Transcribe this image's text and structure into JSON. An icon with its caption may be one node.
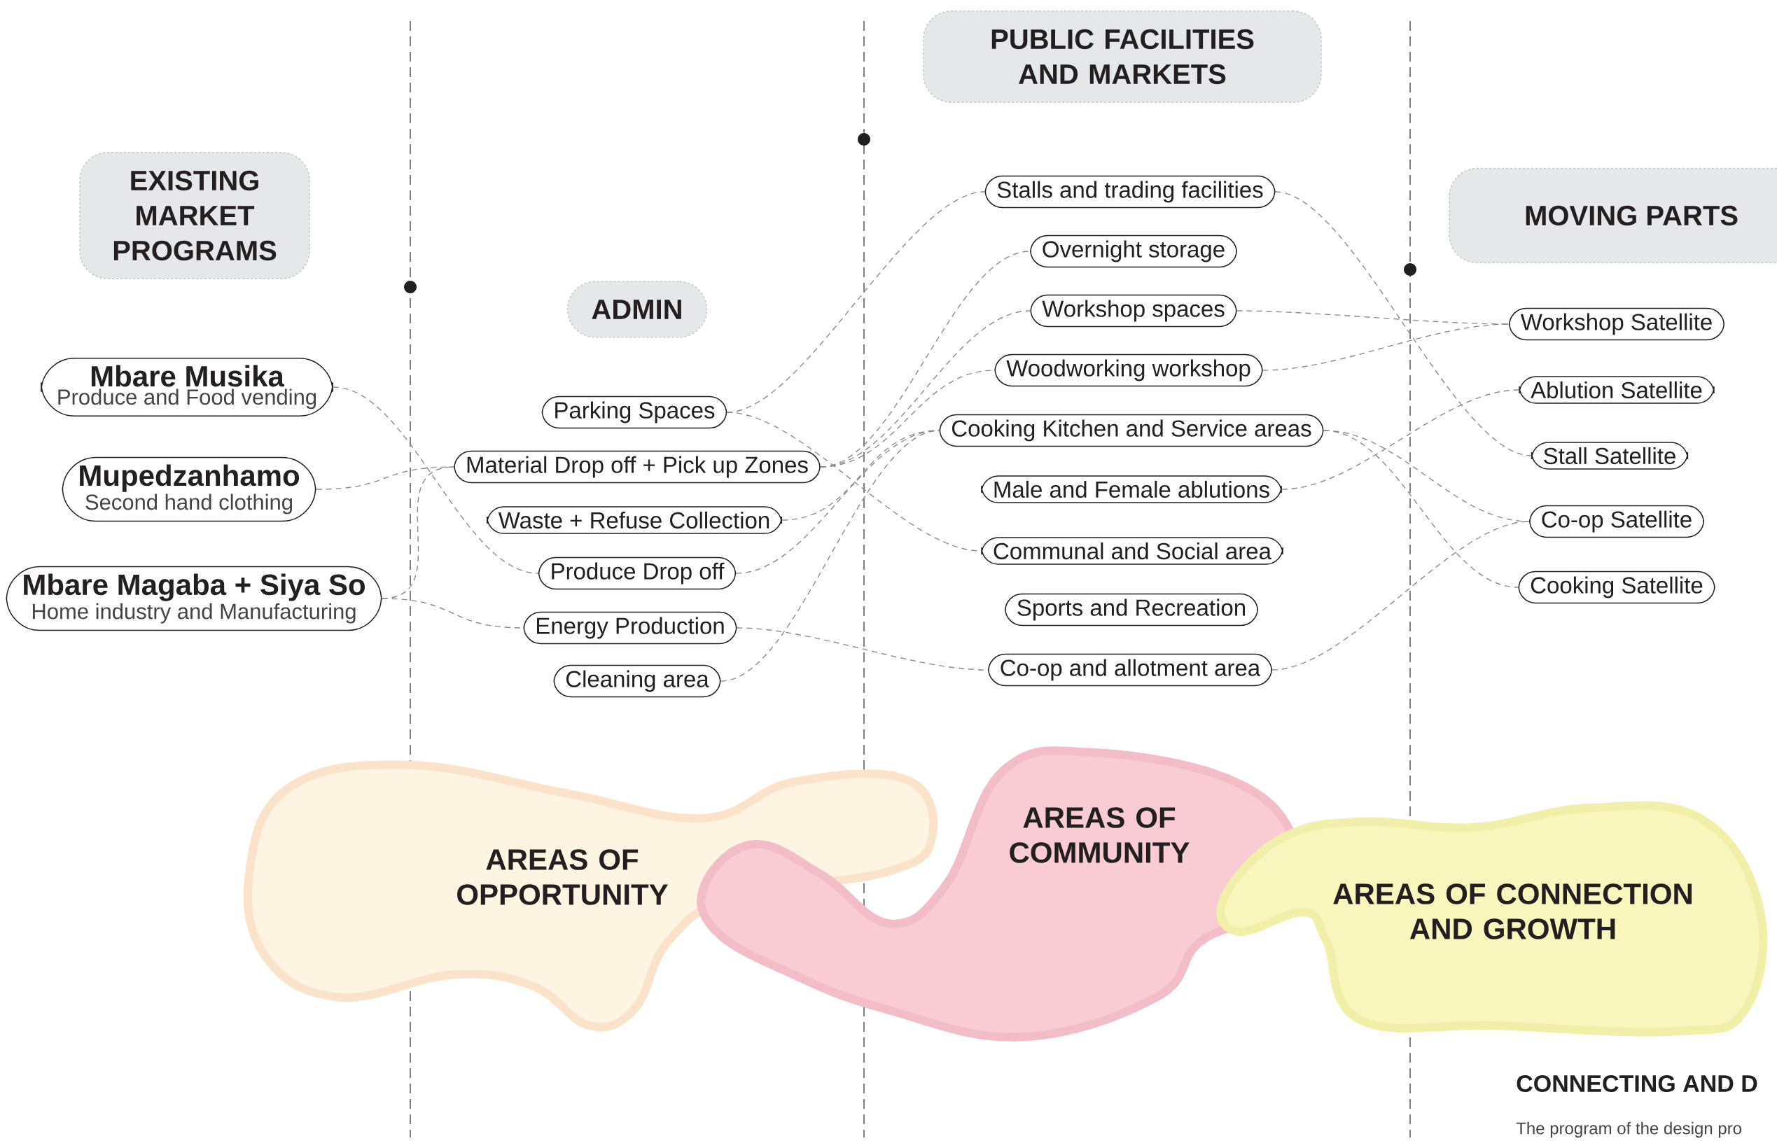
{
  "diagram": {
    "nodes": [
      {
        "text": [
          "EXISTING MARKET PROGRAMS"
        ]
      },
      {
        "text": [
          "ADMIN"
        ]
      },
      {
        "text": [
          "PUBLIC FACILITIES AND MARKETS"
        ]
      },
      {
        "text": [
          "MOVING PARTS"
        ]
      },
      {
        "text": [
          "Mbare Musika",
          "Produce and Food vending"
        ]
      },
      {
        "text": [
          "Mupedzanhamo",
          "Second hand clothing"
        ]
      },
      {
        "text": [
          "Mbare Magaba + Siya So",
          "Home industry and Manufacturing"
        ]
      },
      {
        "text": [
          "Parking Spaces"
        ]
      },
      {
        "text": [
          "Material Drop off + Pick up Zones"
        ]
      },
      {
        "text": [
          "Waste + Refuse Collection"
        ]
      },
      {
        "text": [
          "Produce Drop off"
        ]
      },
      {
        "text": [
          "Energy Production"
        ]
      },
      {
        "text": [
          "Cleaning area"
        ]
      },
      {
        "text": [
          "Stalls and trading facilities"
        ]
      },
      {
        "text": [
          "Overnight storage"
        ]
      },
      {
        "text": [
          "Workshop spaces"
        ]
      },
      {
        "text": [
          "Woodworking workshop"
        ]
      },
      {
        "text": [
          "Cooking Kitchen and Service areas"
        ]
      },
      {
        "text": [
          "Male and Female ablutions"
        ]
      },
      {
        "text": [
          "Communal and Social area"
        ]
      },
      {
        "text": [
          "Sports and Recreation"
        ]
      },
      {
        "text": [
          "Co-op and allotment area"
        ]
      },
      {
        "text": [
          "Workshop Satellite"
        ]
      },
      {
        "text": [
          "Ablution Satellite"
        ]
      },
      {
        "text": [
          "Stall Satellite"
        ]
      },
      {
        "text": [
          "Co-op Satellite"
        ]
      },
      {
        "text": [
          "Cooking Satellite"
        ]
      },
      {
        "text": [
          "AREAS OF OPPORTUNITY"
        ]
      },
      {
        "text": [
          "AREAS OF COMMUNITY"
        ]
      },
      {
        "text": [
          "AREAS OF CONNECTION AND GROWTH"
        ]
      }
    ],
    "edges": [
      {
        "from": 4,
        "to": 10,
        "arrow": "none"
      },
      {
        "from": 5,
        "to": 8,
        "arrow": "none"
      },
      {
        "from": 6,
        "to": 8,
        "arrow": "none"
      },
      {
        "from": 6,
        "to": 11,
        "arrow": "none"
      },
      {
        "from": 7,
        "to": 13,
        "arrow": "none"
      },
      {
        "from": 7,
        "to": 19,
        "arrow": "none"
      },
      {
        "from": 8,
        "to": 14,
        "arrow": "none"
      },
      {
        "from": 8,
        "to": 15,
        "arrow": "none"
      },
      {
        "from": 8,
        "to": 16,
        "arrow": "none"
      },
      {
        "from": 9,
        "to": 17,
        "arrow": "none"
      },
      {
        "from": 10,
        "to": 17,
        "arrow": "none"
      },
      {
        "from": 12,
        "to": 17,
        "arrow": "none"
      },
      {
        "from": 11,
        "to": 21,
        "arrow": "none"
      },
      {
        "from": 13,
        "to": 24,
        "arrow": "none"
      },
      {
        "from": 15,
        "to": 22,
        "arrow": "none"
      },
      {
        "from": 16,
        "to": 22,
        "arrow": "none"
      },
      {
        "from": 17,
        "to": 25,
        "arrow": "none"
      },
      {
        "from": 17,
        "to": 26,
        "arrow": "none"
      },
      {
        "from": 18,
        "to": 23,
        "arrow": "none"
      },
      {
        "from": 21,
        "to": 25,
        "arrow": "none"
      }
    ],
    "labels": [
      "CONNECTING AND D",
      "The program of the design pro"
    ]
  }
}
